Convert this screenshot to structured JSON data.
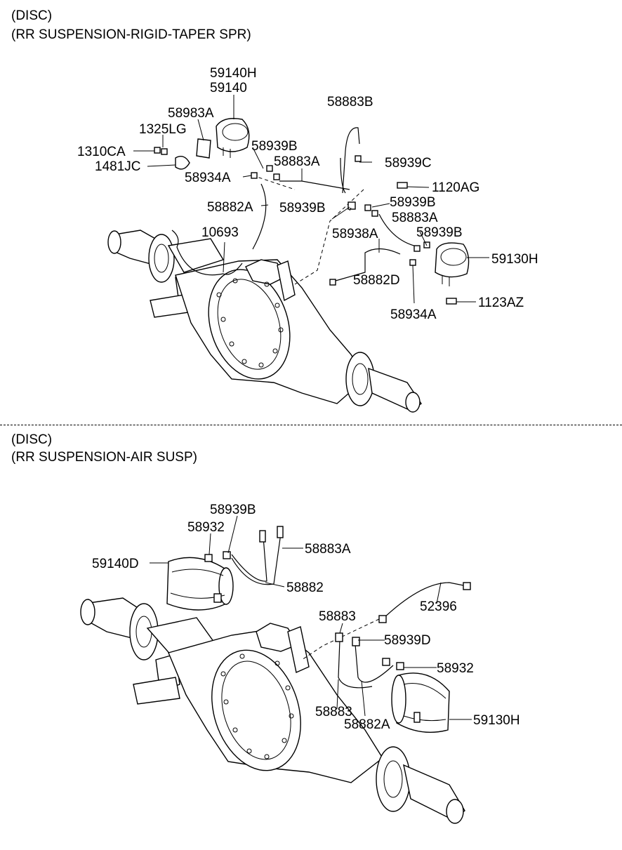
{
  "section1": {
    "title_line1": "(DISC)",
    "title_line2": "(RR SUSPENSION-RIGID-TAPER SPR)",
    "labels": {
      "l59140H": "59140H",
      "l59140": "59140",
      "l58883B": "58883B",
      "l58983A": "58983A",
      "l1325LG": "1325LG",
      "l1310CA": "1310CA",
      "l58939B_a": "58939B",
      "l1481JC": "1481JC",
      "l58883A_a": "58883A",
      "l58939C": "58939C",
      "l58934A_a": "58934A",
      "l1120AG": "1120AG",
      "l58882A": "58882A",
      "l58939B_b": "58939B",
      "l58939B_c": "58939B",
      "l58883A_b": "58883A",
      "l10693": "10693",
      "l58938A": "58938A",
      "l58939B_d": "58939B",
      "l59130H": "59130H",
      "l58882D": "58882D",
      "l1123AZ": "1123AZ",
      "l58934A_b": "58934A"
    }
  },
  "section2": {
    "title_line1": "(DISC)",
    "title_line2": "(RR SUSPENSION-AIR SUSP)",
    "labels": {
      "l58939B": "58939B",
      "l58932_a": "58932",
      "l58883A": "58883A",
      "l59140D": "59140D",
      "l58882": "58882",
      "l52396": "52396",
      "l58883_a": "58883",
      "l58939D": "58939D",
      "l58932_b": "58932",
      "l59130H": "59130H",
      "l58883_b": "58883",
      "l58882A": "58882A"
    }
  }
}
